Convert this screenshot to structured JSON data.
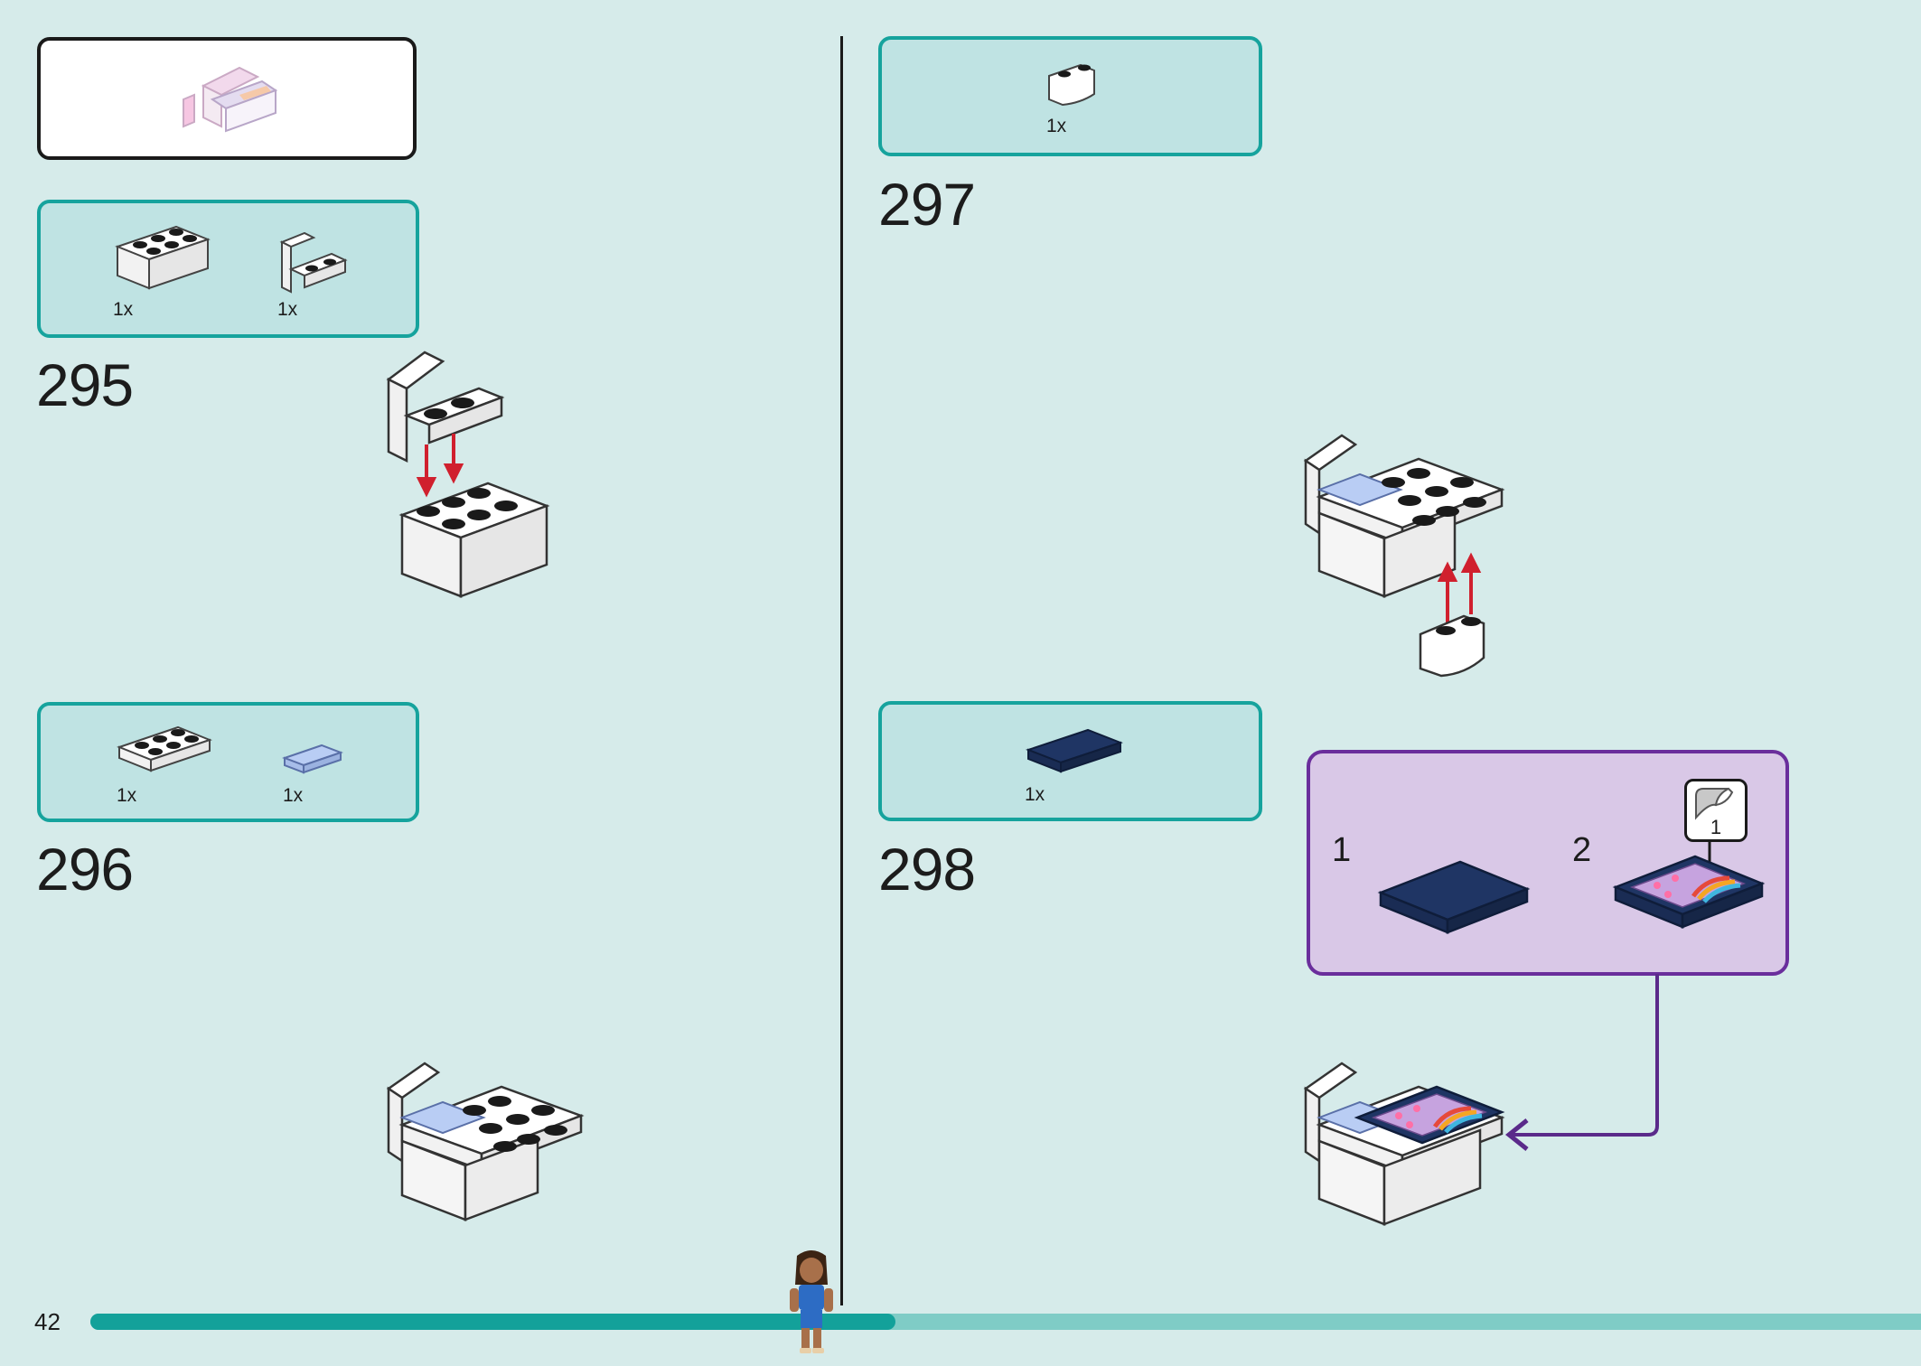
{
  "page": {
    "page_number": "42",
    "progress_fraction": 0.44
  },
  "steps": [
    {
      "number": "295",
      "parts": [
        {
          "qty": "1x",
          "part": "white-brick-2x3-icon"
        },
        {
          "qty": "1x",
          "part": "white-bracket-icon"
        }
      ]
    },
    {
      "number": "296",
      "parts": [
        {
          "qty": "1x",
          "part": "white-plate-2x3-icon"
        },
        {
          "qty": "1x",
          "part": "light-blue-tile-icon"
        }
      ]
    },
    {
      "number": "297",
      "parts": [
        {
          "qty": "1x",
          "part": "white-round-brick-icon"
        }
      ]
    },
    {
      "number": "298",
      "parts": [
        {
          "qty": "1x",
          "part": "dark-blue-tile-icon"
        }
      ]
    }
  ],
  "subassembly": {
    "step1": "1",
    "step2": "2",
    "sticker_number": "1"
  },
  "colors": {
    "background": "#d6ebea",
    "parts_box_fill": "#bfe3e3",
    "parts_box_border": "#16a39d",
    "subassembly_fill": "#d9c8e7",
    "subassembly_border": "#6a2e9c",
    "arrow_red": "#d0202e",
    "dark_blue_tile": "#1f3564",
    "progress_fill": "#13a19a",
    "progress_track": "#7fccc6"
  }
}
